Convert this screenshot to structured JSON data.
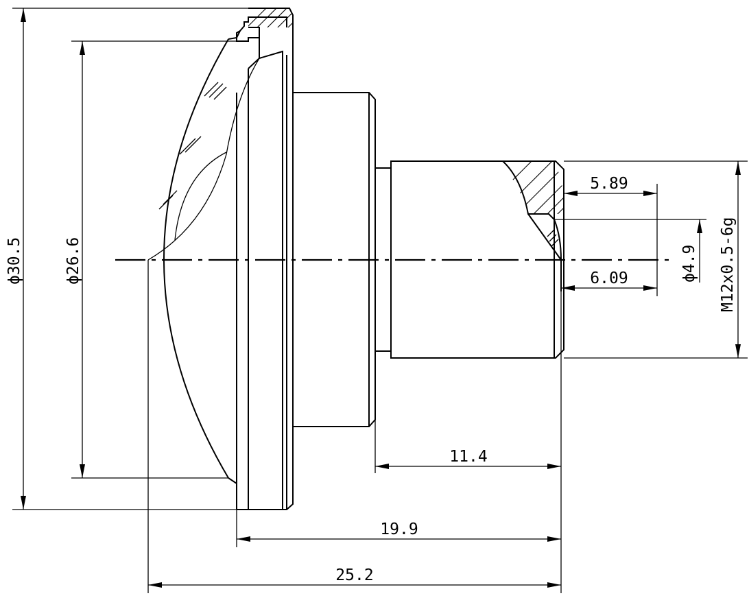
{
  "diagram": {
    "dimensions": {
      "outer_diameter": "ϕ30.5",
      "front_diameter": "ϕ26.6",
      "bore_diameter": "ϕ4.9",
      "thread": "M12x0.5-6g",
      "depth_a": "5.89",
      "depth_b": "6.09",
      "thread_length": "11.4",
      "flange_to_end": "19.9",
      "total_length": "25.2"
    },
    "colors": {
      "line": "#000000",
      "background": "#ffffff"
    }
  }
}
